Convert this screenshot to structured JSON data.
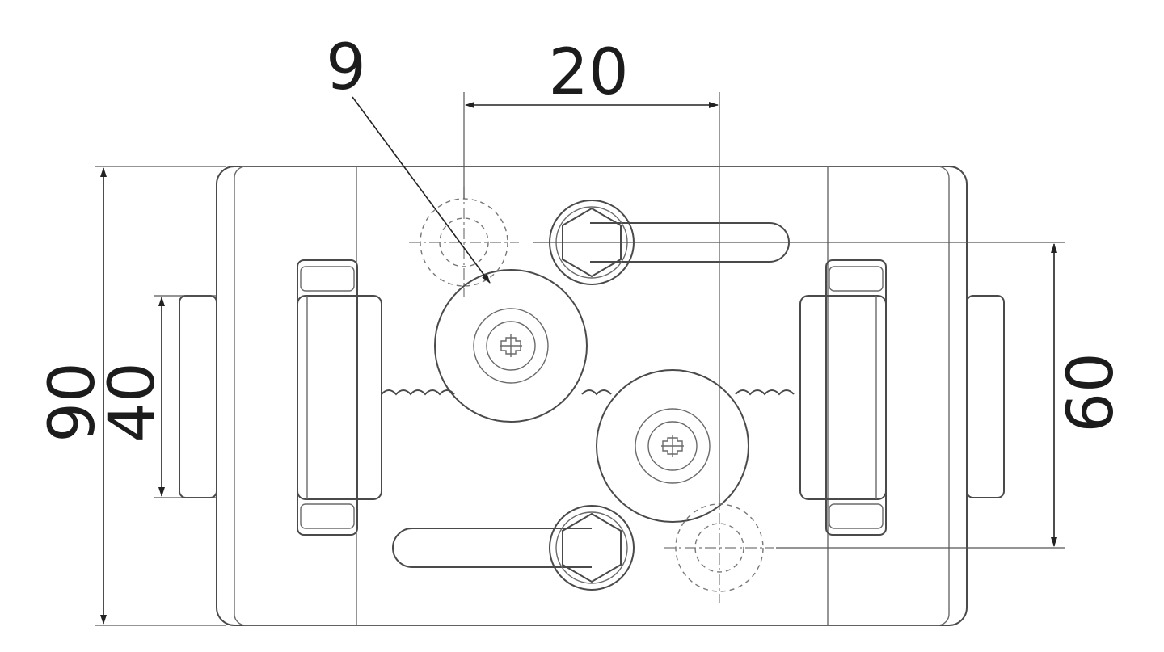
{
  "dimensions": {
    "width_top": "20",
    "leader_label": "9",
    "height_outer": "90",
    "height_inner": "40",
    "height_right": "60"
  },
  "colors": {
    "line": "#4a4a4a",
    "dimension": "#222222",
    "background": "#ffffff"
  }
}
